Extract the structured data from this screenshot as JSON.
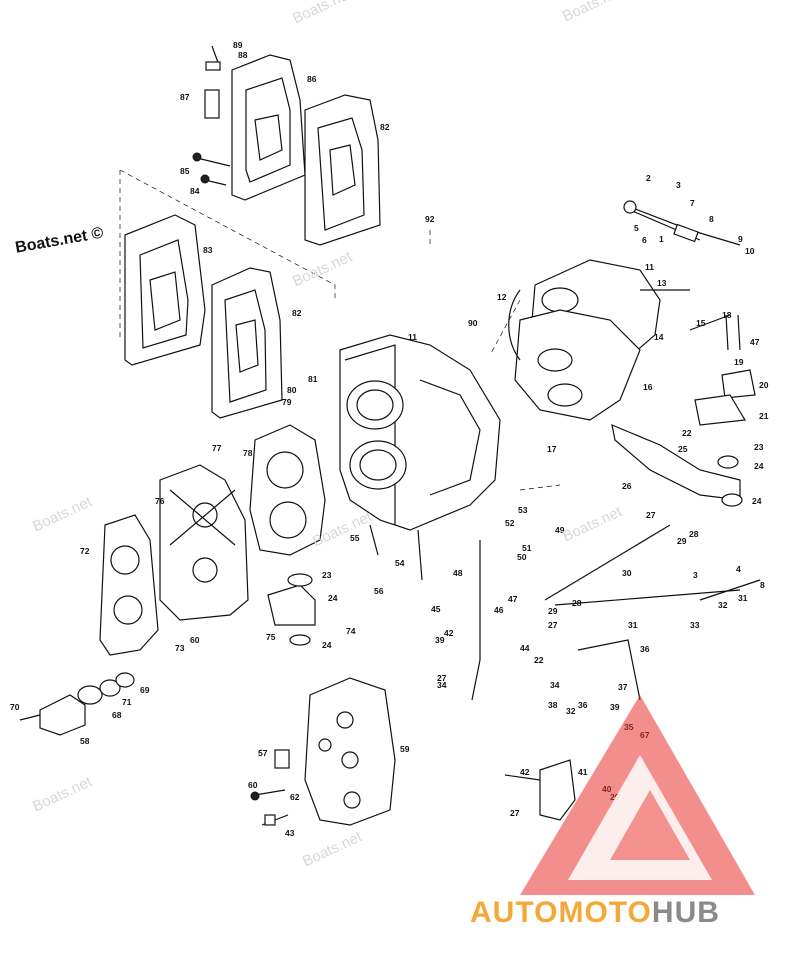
{
  "watermarks": {
    "main": "Boats.net ©",
    "faint": "Boats.net"
  },
  "brand": {
    "part1": "AUTOMOTO",
    "part2": "HUB",
    "colors": {
      "triangle": "#e8332d",
      "accent": "#f4a838",
      "gray": "#8a8a8a"
    }
  },
  "labels": [
    "89",
    "88",
    "86",
    "87",
    "82",
    "85",
    "84",
    "83",
    "82",
    "92",
    "2",
    "3",
    "5",
    "6",
    "7",
    "8",
    "9",
    "10",
    "1",
    "11",
    "13",
    "12",
    "90",
    "11",
    "15",
    "14",
    "18",
    "47",
    "19",
    "20",
    "21",
    "22",
    "16",
    "17",
    "81",
    "80",
    "79",
    "23",
    "24",
    "25",
    "26",
    "24",
    "77",
    "78",
    "76",
    "72",
    "53",
    "52",
    "49",
    "50",
    "51",
    "48",
    "47",
    "46",
    "45",
    "55",
    "54",
    "56",
    "27",
    "28",
    "29",
    "30",
    "23",
    "24",
    "74",
    "75",
    "24",
    "73",
    "60",
    "28",
    "29",
    "27",
    "3",
    "4",
    "8",
    "31",
    "32",
    "33",
    "39",
    "42",
    "44",
    "22",
    "34",
    "27",
    "38",
    "31",
    "36",
    "34",
    "37",
    "39",
    "32",
    "36",
    "35",
    "67",
    "70",
    "71",
    "69",
    "68",
    "58",
    "57",
    "59",
    "60",
    "62",
    "43",
    "42",
    "41",
    "40",
    "29",
    "27"
  ]
}
